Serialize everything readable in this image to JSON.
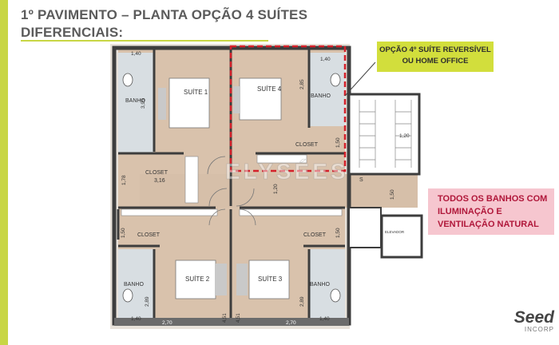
{
  "header": {
    "title_line1": "1º PAVIMENTO – PLANTA OPÇÃO 4 SUÍTES",
    "title_line2": "DIFERENCIAIS:"
  },
  "callouts": {
    "reversible": "OPÇÃO 4º SUÍTE REVERSÍVEL OU HOME OFFICE",
    "bathrooms_line1": "TODOS OS BANHOS COM",
    "bathrooms_line2": "ILUMINAÇÃO E",
    "bathrooms_line3": "VENTILAÇÃO NATURAL"
  },
  "watermark": "ELYSÉES",
  "rooms": {
    "suite1": "SUÍTE 1",
    "suite2": "SUÍTE 2",
    "suite3": "SUÍTE 3",
    "suite4": "SUÍTE 4",
    "banho": "BANHO",
    "closet": "CLOSET",
    "elevator": "ELEVADOR",
    "stair_mark": "S"
  },
  "dimensions": {
    "d_140": "1,40",
    "d_395": "3,95",
    "d_285": "2,85",
    "d_150": "1,50",
    "d_178": "1,78",
    "d_316": "3,16",
    "d_120": "1,20",
    "d_289": "2,89",
    "d_270": "2,70",
    "d_451": "4,51"
  },
  "logo": {
    "brand": "Seed",
    "sub": "INCORP"
  },
  "colors": {
    "accent": "#c8d645",
    "callout_yellow": "#d2de3c",
    "callout_pink": "#f6c6cf",
    "callout_pink_text": "#b0173a",
    "wall": "#3d3d3d",
    "floor": "#d9c2ac",
    "bath_floor": "#d8dee2"
  }
}
